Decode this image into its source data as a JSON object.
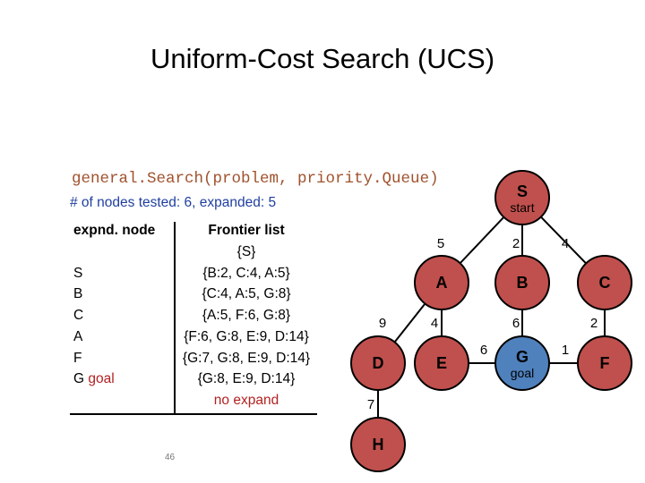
{
  "slide": {
    "title": "Uniform-Cost Search (UCS)",
    "code": "general.Search(problem, priority.Queue)",
    "nodes_tested_label": "# of nodes tested: 6, expanded: 5",
    "page_number": "46"
  },
  "table": {
    "headers": [
      "expnd. node",
      "Frontier list"
    ],
    "rows": [
      {
        "node": "",
        "frontier": "{S}"
      },
      {
        "node": "S",
        "frontier": "{B:2, C:4, A:5}"
      },
      {
        "node": "B",
        "frontier": "{C:4, A:5, G:8}"
      },
      {
        "node": "C",
        "frontier": "{A:5, F:6, G:8}"
      },
      {
        "node": "A",
        "frontier": "{F:6, G:8, E:9, D:14}"
      },
      {
        "node": "F",
        "frontier": "{G:7, G:8, E:9, D:14}"
      },
      {
        "node": "G",
        "node_note": "goal",
        "frontier": "{G:8, E:9, D:14}"
      },
      {
        "node": "",
        "frontier": "no expand"
      }
    ]
  },
  "graph": {
    "nodes": [
      {
        "id": "S",
        "label": "S",
        "sub": "start",
        "color": "#c0504d"
      },
      {
        "id": "A",
        "label": "A",
        "sub": "",
        "color": "#c0504d"
      },
      {
        "id": "B",
        "label": "B",
        "sub": "",
        "color": "#c0504d"
      },
      {
        "id": "C",
        "label": "C",
        "sub": "",
        "color": "#c0504d"
      },
      {
        "id": "D",
        "label": "D",
        "sub": "",
        "color": "#c0504d"
      },
      {
        "id": "E",
        "label": "E",
        "sub": "",
        "color": "#c0504d"
      },
      {
        "id": "G",
        "label": "G",
        "sub": "goal",
        "color": "#4f81bd"
      },
      {
        "id": "F",
        "label": "F",
        "sub": "",
        "color": "#c0504d"
      },
      {
        "id": "H",
        "label": "H",
        "sub": "",
        "color": "#c0504d"
      }
    ],
    "edges": [
      {
        "from": "S",
        "to": "A",
        "cost": "5"
      },
      {
        "from": "S",
        "to": "B",
        "cost": "2"
      },
      {
        "from": "S",
        "to": "C",
        "cost": "4"
      },
      {
        "from": "A",
        "to": "D",
        "cost": "9"
      },
      {
        "from": "A",
        "to": "E",
        "cost": "4"
      },
      {
        "from": "B",
        "to": "G",
        "cost": "6"
      },
      {
        "from": "C",
        "to": "F",
        "cost": "2"
      },
      {
        "from": "D",
        "to": "H",
        "cost": "7"
      },
      {
        "from": "E",
        "to": "G",
        "cost": "6"
      },
      {
        "from": "F",
        "to": "G",
        "cost": "1"
      }
    ]
  }
}
